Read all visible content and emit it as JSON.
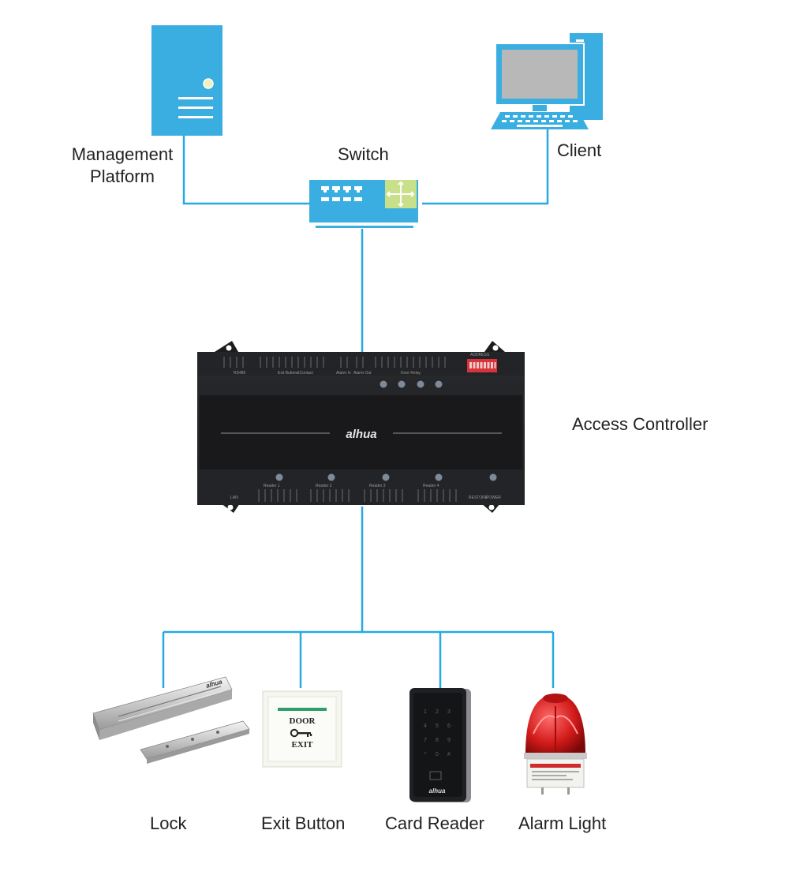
{
  "nodes": {
    "management_platform": {
      "label_line1": "Management",
      "label_line2": "Platform",
      "icon": "server-icon"
    },
    "switch": {
      "label": "Switch",
      "icon": "network-switch-icon"
    },
    "client": {
      "label": "Client",
      "icon": "desktop-computer-icon"
    },
    "access_controller": {
      "label": "Access Controller",
      "icon": "access-controller-device",
      "brand": "alhua",
      "top_terminals": {
        "rs485": "RS485",
        "exit_button_contact": "Exit Button&Contact",
        "alarm_in": "Alarm In",
        "alarm_out": "Alarm Out",
        "door_relay": "Door Relay",
        "address": "ADDRESS"
      },
      "bottom_terminals": {
        "reader1": "Reader 1",
        "reader2": "Reader 2",
        "reader3": "Reader 3",
        "reader4": "Reader 4",
        "lan": "LAN",
        "restore": "RESTORE",
        "power": "POWER"
      }
    },
    "lock": {
      "label": "Lock",
      "icon": "magnetic-lock-icon",
      "brand": "alhua"
    },
    "exit_button": {
      "label": "Exit Button",
      "icon": "exit-button-icon",
      "text_top": "DOOR",
      "text_bottom": "EXIT"
    },
    "card_reader": {
      "label": "Card Reader",
      "icon": "card-reader-icon",
      "brand": "alhua",
      "keys": [
        "1",
        "2",
        "3",
        "4",
        "5",
        "6",
        "7",
        "8",
        "9",
        "*",
        "0",
        "#"
      ]
    },
    "alarm_light": {
      "label": "Alarm Light",
      "icon": "alarm-light-icon"
    }
  },
  "colors": {
    "connector": "#29a9e0",
    "icon_blue": "#3aaee0",
    "device_black": "#1c1d1f",
    "alarm_red": "#d21a1a"
  }
}
